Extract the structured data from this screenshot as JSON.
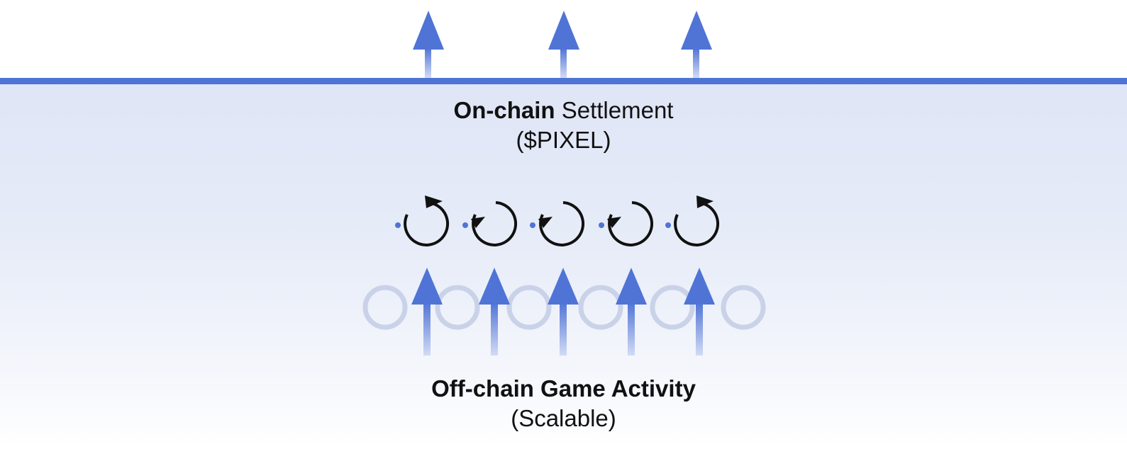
{
  "diagram": {
    "onchain": {
      "title_bold": "On-chain",
      "title_regular": "Settlement",
      "subtitle": "($PIXEL)"
    },
    "offchain": {
      "title": "Off-chain Game Activity",
      "subtitle": "(Scalable)"
    },
    "colors": {
      "arrow": "#4f74d6",
      "line": "#4f74d6",
      "loop": "#111111",
      "ghost_loop": "#c9d2e8"
    },
    "icons": {
      "top_arrows": "up-arrow-icon",
      "loops": "cycle-icon",
      "bottom_arrows": "up-arrow-icon",
      "ghost_loops": "cycle-icon"
    }
  }
}
